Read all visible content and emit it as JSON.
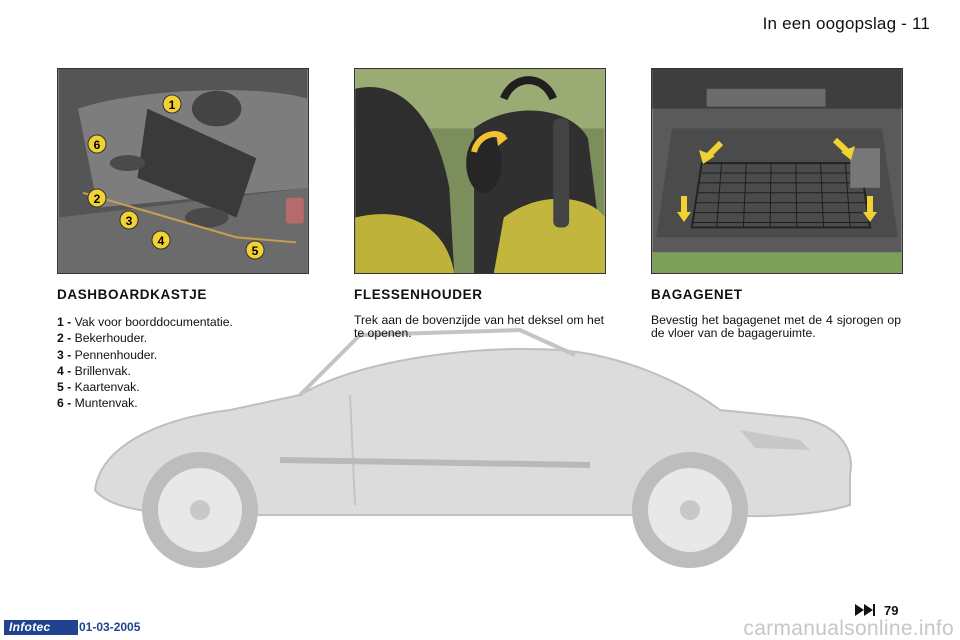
{
  "header": {
    "title": "In een oogopslag - 11"
  },
  "dashboard": {
    "title": "DASHBOARDKASTJE",
    "callouts": [
      "1",
      "2",
      "3",
      "4",
      "5",
      "6"
    ],
    "items": [
      {
        "num": "1 -",
        "label": "Vak voor boorddocumentatie."
      },
      {
        "num": "2 -",
        "label": "Bekerhouder."
      },
      {
        "num": "3 -",
        "label": "Pennenhouder."
      },
      {
        "num": "4 -",
        "label": "Brillenvak."
      },
      {
        "num": "5 -",
        "label": "Kaartenvak."
      },
      {
        "num": "6 -",
        "label": "Muntenvak."
      }
    ]
  },
  "bottle_holder": {
    "title": "FLESSENHOUDER",
    "text": "Trek aan de bovenzijde van het deksel om het te openen."
  },
  "luggage_net": {
    "title": "BAGAGENET",
    "text": "Bevestig het bagagenet met de 4 sjorogen op de vloer van de bagageruimte."
  },
  "footer": {
    "badge": "Infotec",
    "date": "01-03-2005",
    "page_ref": "79",
    "watermark": "carmanualsonline.info"
  },
  "colors": {
    "footer_blue": "#21438f",
    "callout_yellow": "#f2d233",
    "car_grey": "#d6d6d6"
  }
}
